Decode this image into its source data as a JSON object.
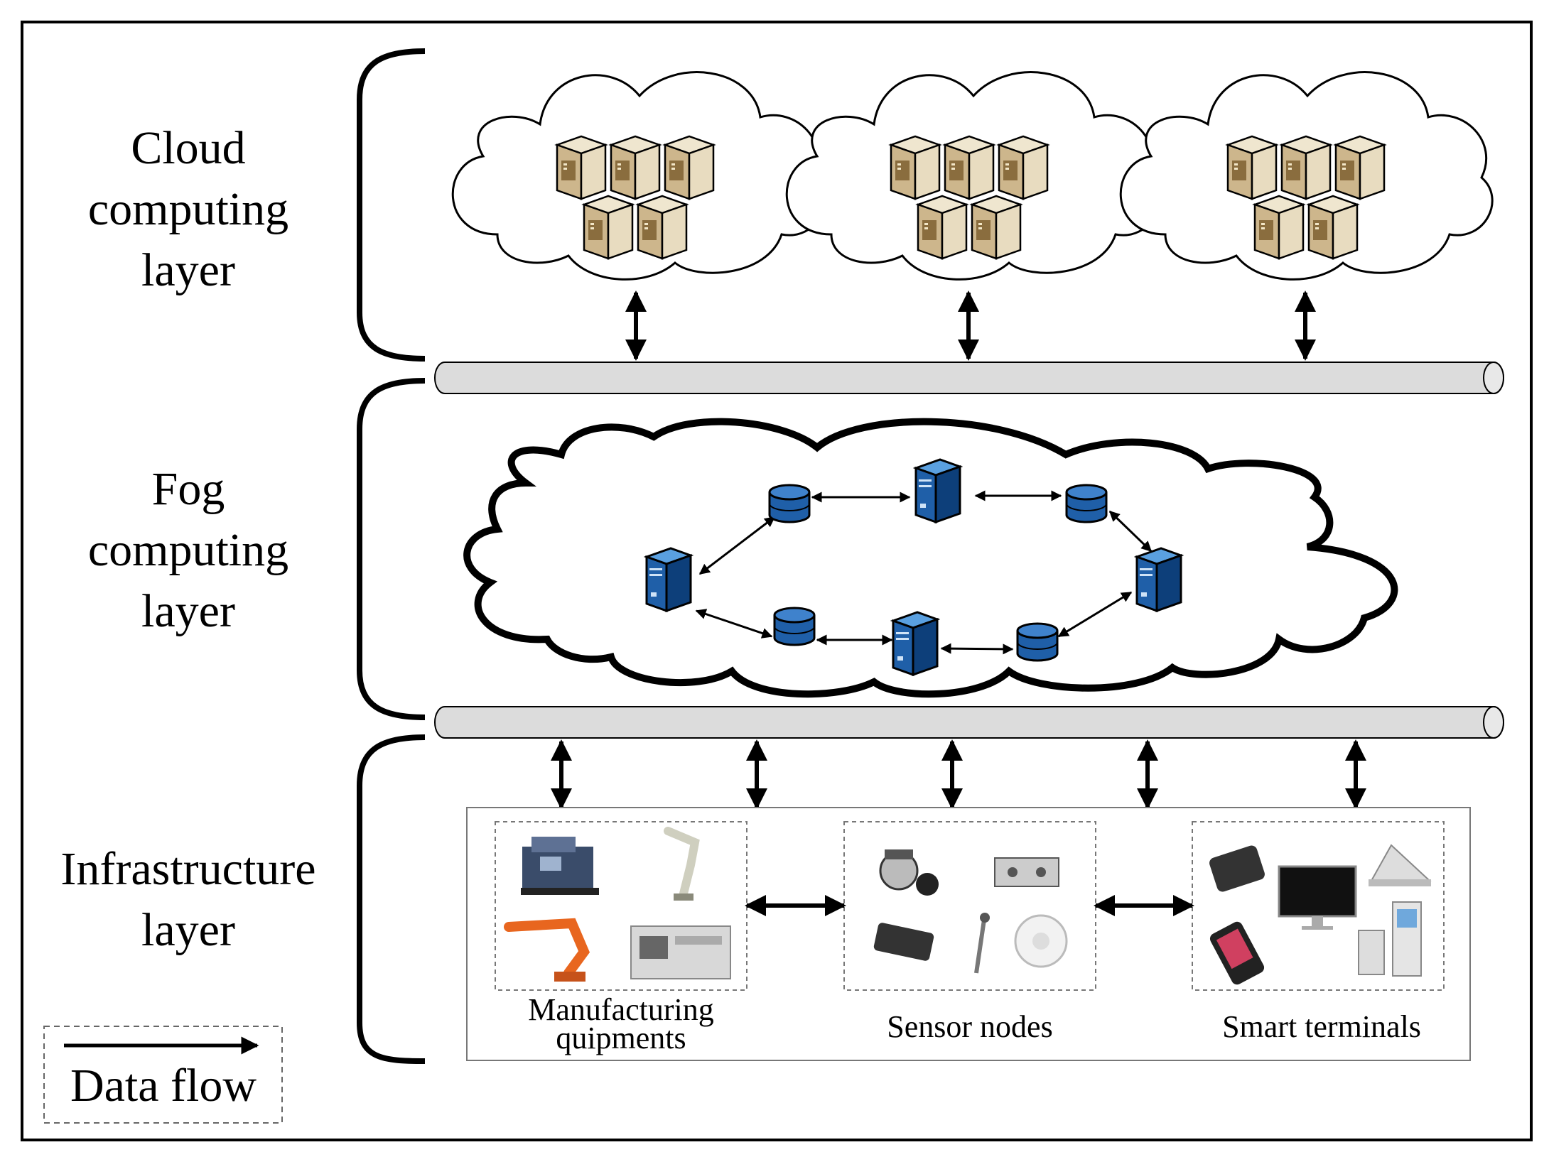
{
  "layers": {
    "cloud": {
      "line1": "Cloud",
      "line2": "computing",
      "line3": "layer"
    },
    "fog": {
      "line1": "Fog",
      "line2": "computing",
      "line3": "layer"
    },
    "infra": {
      "line1": "Infrastructure",
      "line2": "layer"
    }
  },
  "groups": {
    "manufacturing": {
      "line1": "Manufacturing",
      "line2": "quipments"
    },
    "sensor": {
      "line1": "Sensor nodes"
    },
    "terminals": {
      "line1": "Smart terminals"
    }
  },
  "legend": {
    "label": "Data flow"
  },
  "colors": {
    "server_blue": "#1f5fa8",
    "cloud_server_tan": "#c8b48a",
    "bus_gray": "#dcdcdc",
    "robot_orange": "#e8661f"
  }
}
